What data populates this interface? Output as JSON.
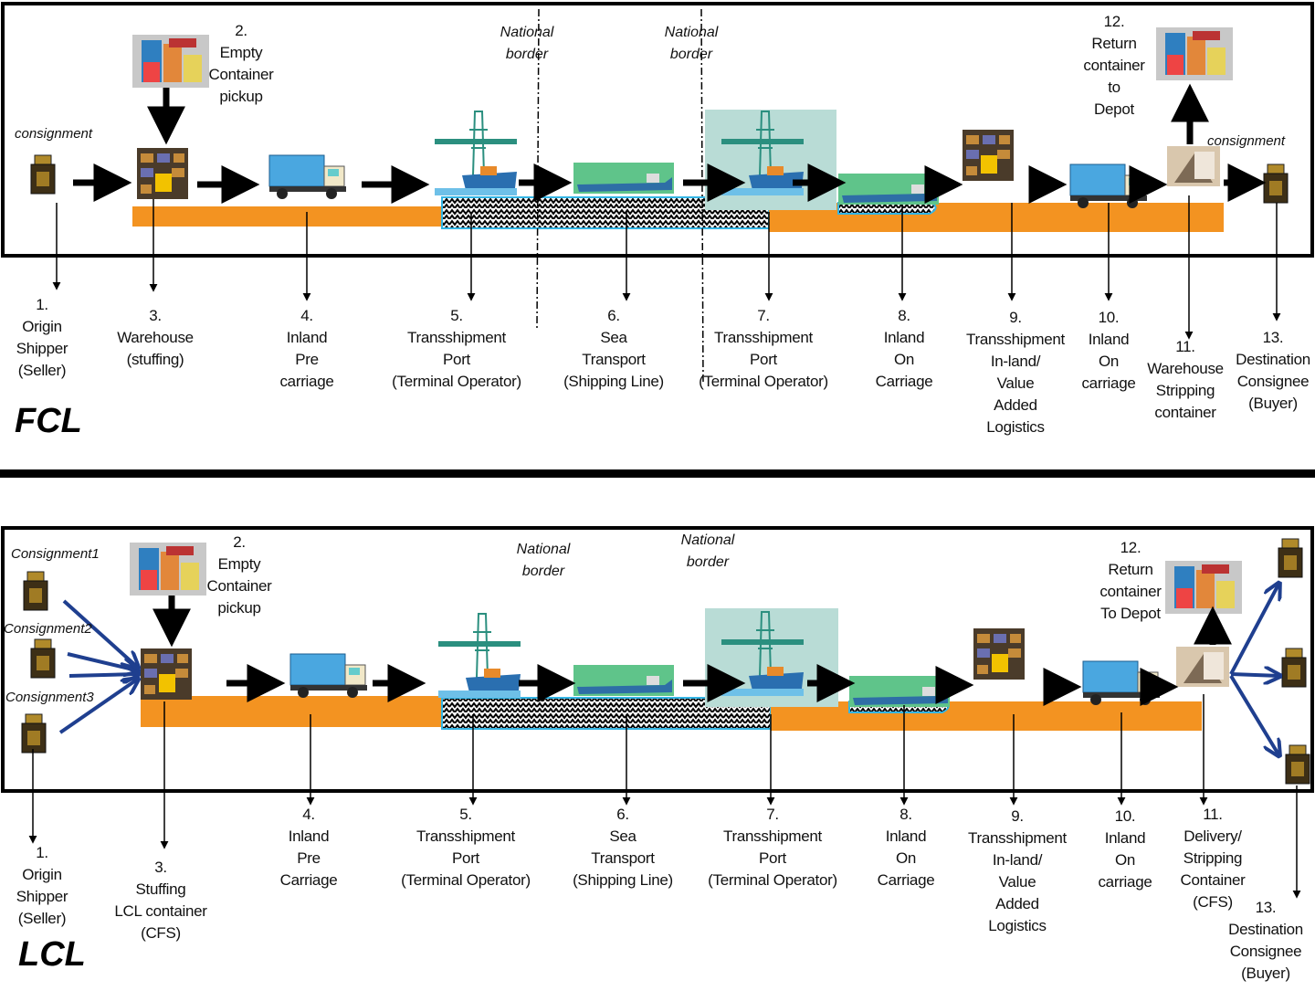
{
  "fcl": {
    "label": "FCL",
    "consignment_in": "consignment",
    "consignment_out": "consignment",
    "border_left": "National\nborder",
    "border_right": "National\nborder",
    "step_pickup": "2.\nEmpty\nContainer\npickup",
    "step_return": "12.\nReturn\ncontainer\nto\nDepot",
    "steps": [
      "1.\nOrigin\nShipper\n(Seller)",
      "3.\nWarehouse\n(stuffing)",
      "4.\nInland\nPre\ncarriage",
      "5.\nTransshipment\nPort\n(Terminal Operator)",
      "6.\nSea\nTransport\n(Shipping Line)",
      "7.\nTransshipment\nPort\n(Terminal Operator)",
      "8.\nInland\nOn\nCarriage",
      "9.\nTransshipment\nIn-land/\nValue\nAdded\nLogistics",
      "10.\nInland\nOn\ncarriage",
      "11.\nWarehouse\nStripping\ncontainer",
      "13.\nDestination\nConsignee\n(Buyer)"
    ]
  },
  "lcl": {
    "label": "LCL",
    "consignment_1": "Consignment1",
    "consignment_2": "Consignment2",
    "consignment_3": "Consignment3",
    "border_left": "National\nborder",
    "border_right": "National\nborder",
    "step_pickup": "2.\nEmpty\nContainer\npickup",
    "step_return": "12.\nReturn\ncontainer\nTo Depot",
    "steps": [
      "1.\nOrigin\nShipper\n(Seller)",
      "3.\nStuffing\nLCL container\n(CFS)",
      "4.\nInland\nPre\nCarriage",
      "5.\nTransshipment\nPort\n(Terminal Operator)",
      "6.\nSea\nTransport\n(Shipping Line)",
      "7.\nTransshipment\nPort\n(Terminal Operator)",
      "8.\nInland\nOn\nCarriage",
      "9.\nTransshipment\nIn-land/\nValue\nAdded\nLogistics",
      "10.\nInland\nOn\ncarriage",
      "11.\nDelivery/\nStripping\nContainer (CFS)",
      "13.\nDestination\nConsignee\n(Buyer)"
    ]
  },
  "colors": {
    "road": "#f39321",
    "sea_outline": "#33b5e5",
    "flow_arrow": "#000000",
    "lcl_arrow": "#1f3f8f",
    "ship_panel": "#5fc48a",
    "port_panel": "#b9dcd6"
  }
}
